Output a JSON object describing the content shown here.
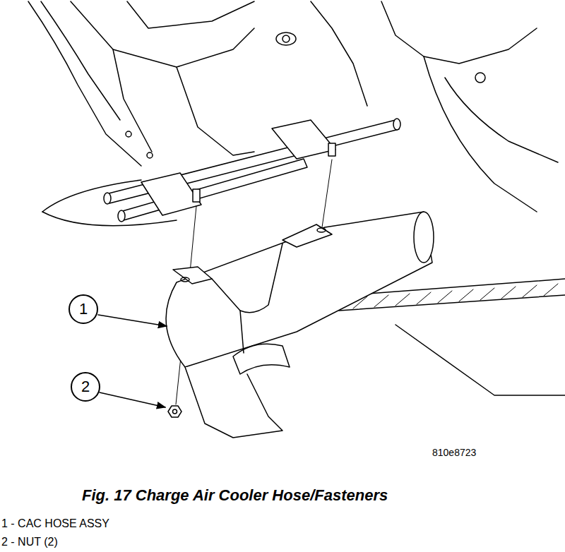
{
  "diagram": {
    "caption": "Fig. 17 Charge Air Cooler Hose/Fasteners",
    "nodes": [
      {
        "text": [
          "1"
        ]
      },
      {
        "text": [
          "2"
        ]
      }
    ],
    "labels": [
      "810e8723",
      "1 - CAC HOSE ASSY",
      "2 - NUT (2)"
    ]
  }
}
